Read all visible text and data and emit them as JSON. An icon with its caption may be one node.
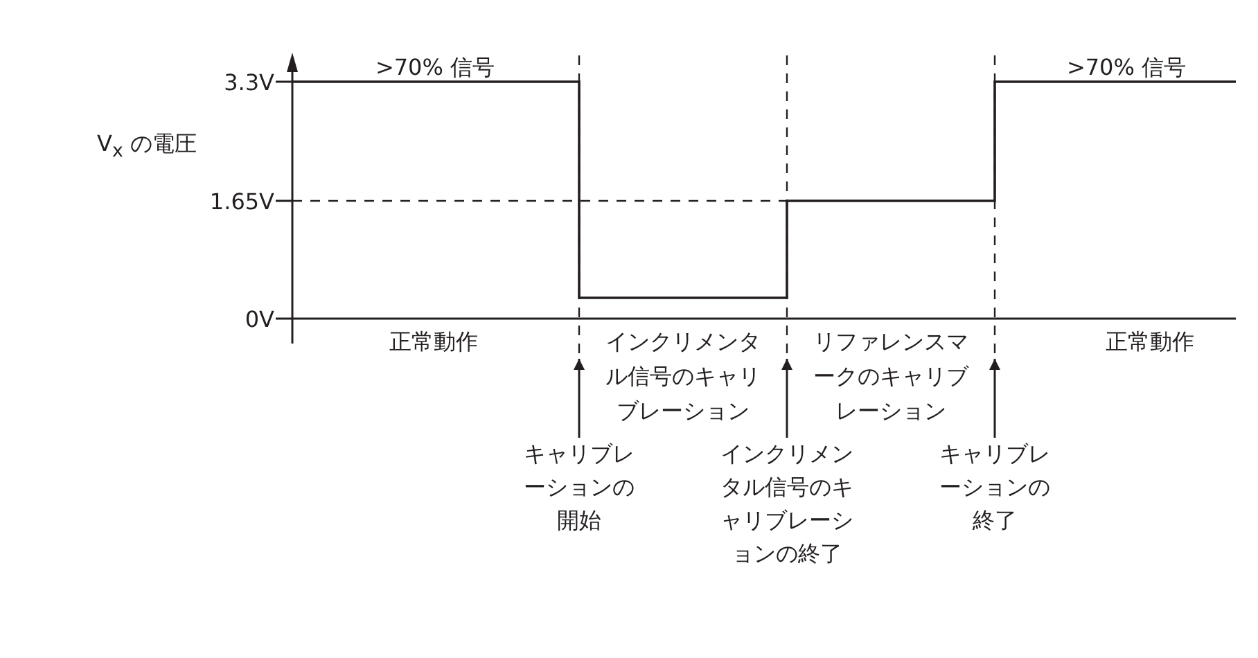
{
  "diagram": {
    "nodes": [
      {
        "text": [
          "キャリブレーションの開始"
        ]
      },
      {
        "text": [
          "インクリメンタル信号のキャリブレーションの終了"
        ]
      },
      {
        "text": [
          "キャリブレーションの終了"
        ]
      }
    ],
    "edges": [
      {
        "from": 0,
        "to": null,
        "arrow": "to"
      },
      {
        "from": 1,
        "to": null,
        "arrow": "to"
      },
      {
        "from": 2,
        "to": null,
        "arrow": "to"
      }
    ],
    "labels": [
      "V$_{x}$ の電圧",
      "3.3V",
      "1.65V",
      "0V",
      ">70% 信号",
      ">70% 信号",
      "正常動作",
      "インクリメンタル信号のキャリブレーション",
      "リファレンスマークのキャリブレーション",
      "正常動作"
    ]
  }
}
